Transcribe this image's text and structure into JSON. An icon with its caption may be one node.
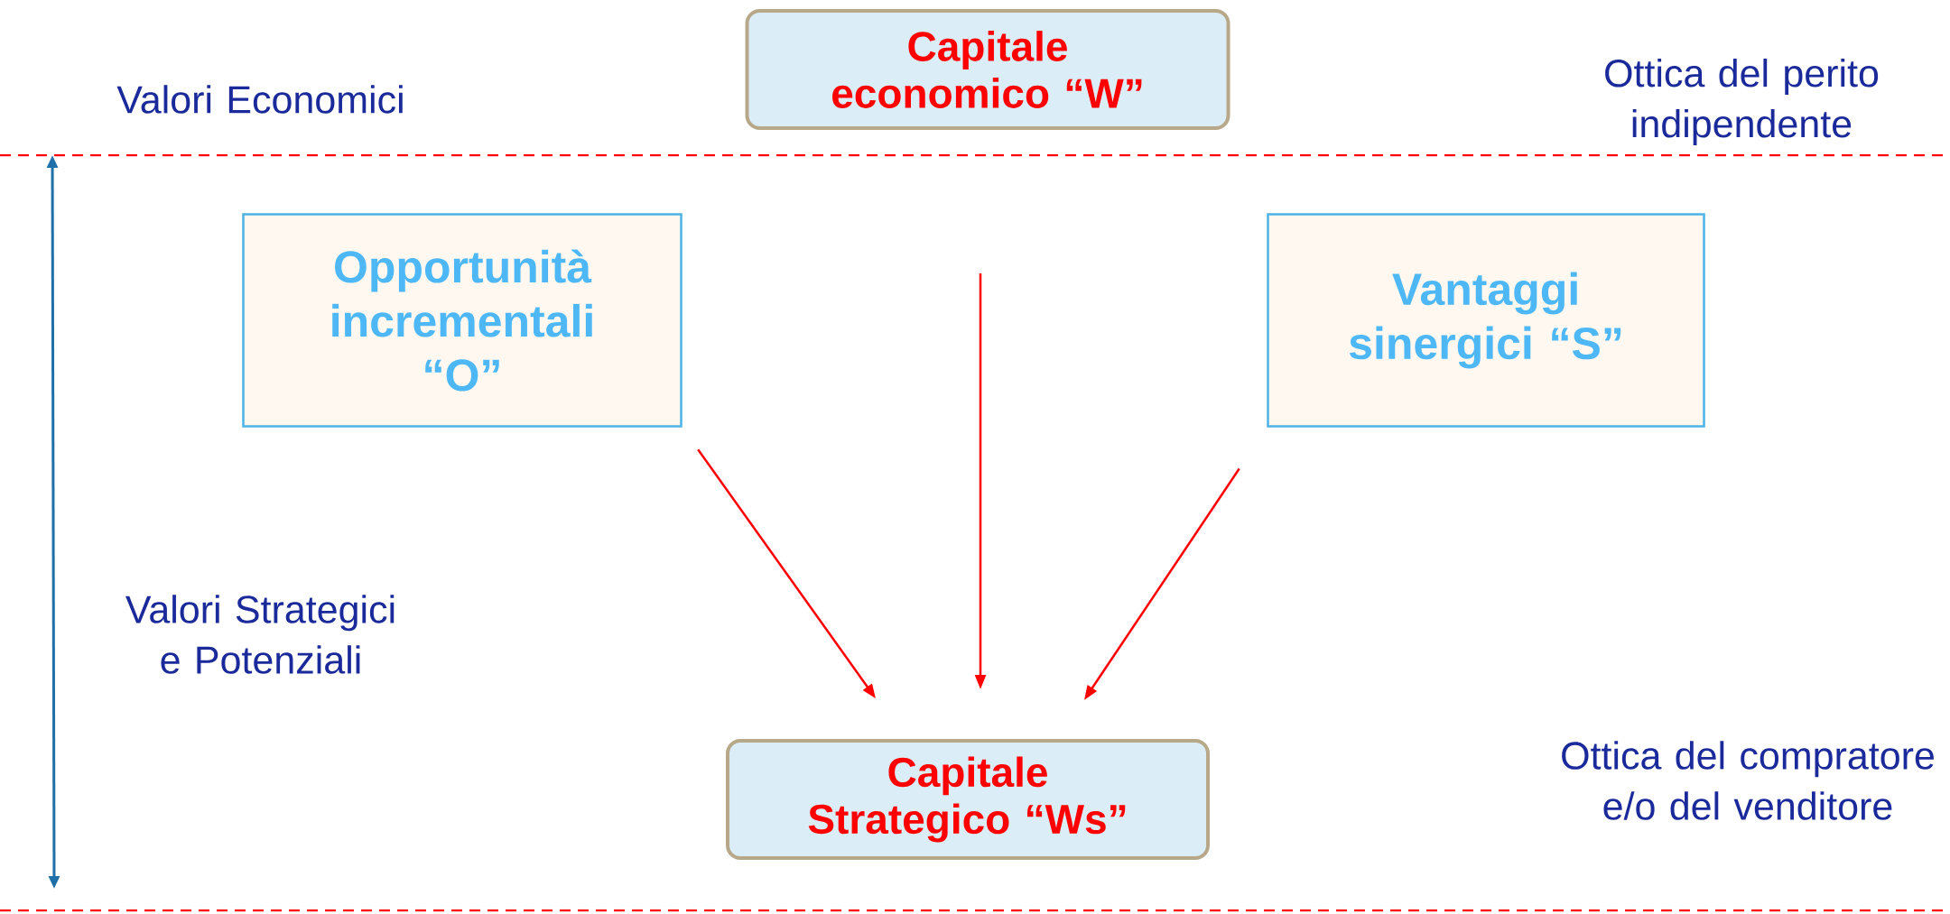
{
  "diagram": {
    "nodes": [
      {
        "text": [
          "Capitale economico “W”"
        ]
      },
      {
        "text": [
          "Opportunità incrementali “O”"
        ]
      },
      {
        "text": [
          "Vantaggi sinergici “S”"
        ]
      },
      {
        "text": [
          "Capitale Strategico “Ws”"
        ]
      }
    ],
    "edges": [
      {
        "from": 1,
        "to": 3,
        "arrow": "to"
      },
      {
        "from": null,
        "to": 3,
        "arrow": "to"
      },
      {
        "from": 2,
        "to": 3,
        "arrow": "to"
      }
    ],
    "labels": [
      "Valori Economici",
      "Ottica del perito indipendente",
      "Valori Strategici e Potenziali",
      "Ottica del compratore e/o del venditore"
    ]
  }
}
